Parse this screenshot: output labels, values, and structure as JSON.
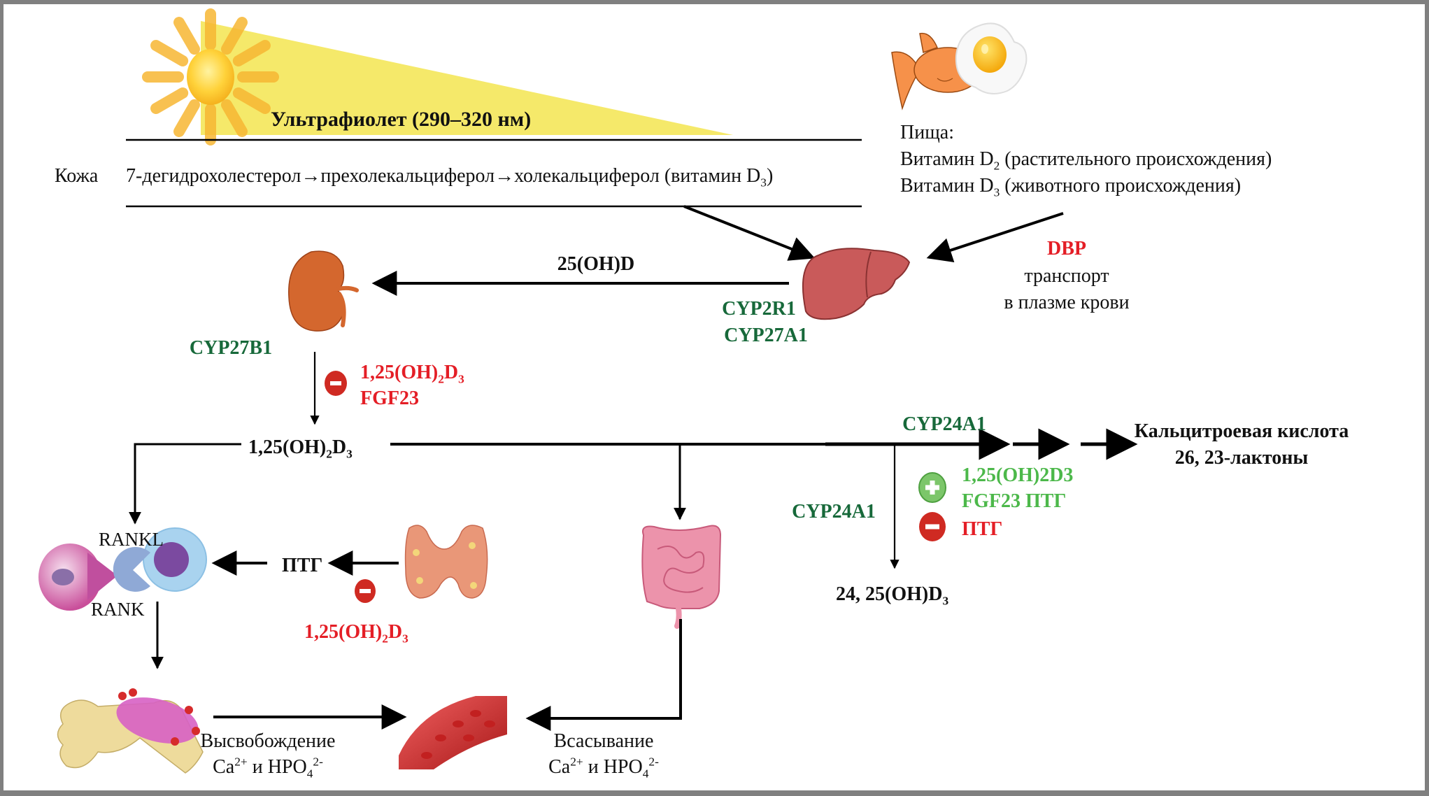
{
  "colors": {
    "frame": "#808080",
    "enzyme_green": "#17693a",
    "stimulator_green": "#4cb84a",
    "inhibitor_red": "#e41e26",
    "uv_yellow": "#f5e96a"
  },
  "uv": {
    "label": "Ультрафиолет (290–320 нм)"
  },
  "skin": {
    "label": "Кожа",
    "pathway_parts": [
      "7-дегидрохолестерол",
      "→",
      "прехолекальциферол",
      "→",
      "холекальциферол (витамин D",
      "3",
      ")"
    ]
  },
  "food": {
    "title": "Пища:",
    "line1_prefix": "Витамин D",
    "line1_sub": "2",
    "line1_suffix": " (растительного происхождения)",
    "line2_prefix": "Витамин D",
    "line2_sub": "3",
    "line2_suffix": " (животного происхождения)",
    "icons": [
      "fish-icon",
      "fried-egg-icon"
    ]
  },
  "transport": {
    "protein": "DBP",
    "line1": "транспорт",
    "line2": "в плазме крови"
  },
  "liver": {
    "product": "25(OH)D",
    "enzymes": [
      "CYP2R1",
      "CYP27A1"
    ]
  },
  "kidney": {
    "enzyme": "CYP27B1",
    "inhibitors_line1_main": "1,25(OH)",
    "inhibitors_line1_sub1": "2",
    "inhibitors_line1_mid": "D",
    "inhibitors_line1_sub2": "3",
    "inhibitors_line2": "FGF23"
  },
  "active_form": {
    "main": "1,25(OH)",
    "sub1": "2",
    "mid": "D",
    "sub2": "3"
  },
  "catabolism": {
    "enzyme_top": "CYP24A1",
    "enzyme_side": "CYP24A1",
    "end_product_line1": "Кальцитроевая кислота",
    "end_product_line2": "26, 23-лактоны",
    "stimulators_line1": "1,25(OH)2D3",
    "stimulators_line2": "FGF23 ПТГ",
    "inhibitor": "ПТГ",
    "product_main": "24, 25(OH)D",
    "product_sub": "3"
  },
  "bone": {
    "rankl": "RANKL",
    "rank": "RANK",
    "pth": "ПТГ",
    "pth_inhibitor_main": "1,25(OH)",
    "pth_inhibitor_sub1": "2",
    "pth_inhibitor_mid": "D",
    "pth_inhibitor_sub2": "3",
    "release_line1": "Высвобождение",
    "release_ca": "Ca",
    "release_ca_sup": "2+",
    "release_and": " и HPO",
    "release_hpo_sub": "4",
    "release_hpo_sup": "2-"
  },
  "intestine": {
    "absorb_line1": "Всасывание",
    "absorb_ca": "Ca",
    "absorb_ca_sup": "2+",
    "absorb_and": " и HPO",
    "absorb_hpo_sub": "4",
    "absorb_hpo_sup": "2-"
  }
}
